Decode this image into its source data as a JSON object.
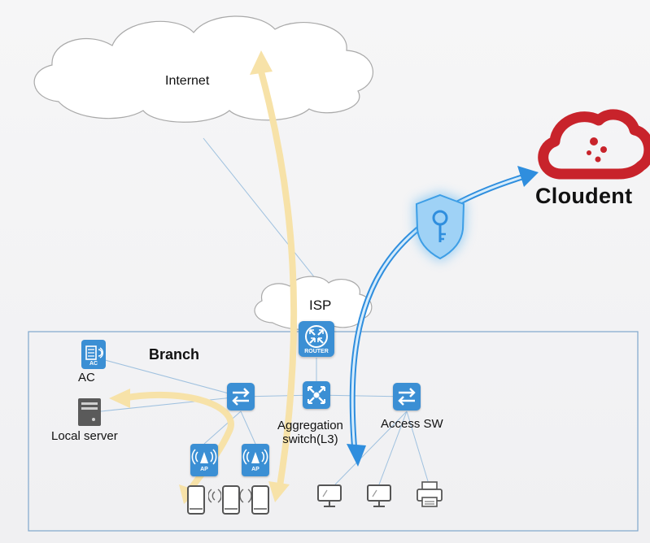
{
  "labels": {
    "internet": "Internet",
    "isp": "ISP",
    "branch": "Branch",
    "ac": "AC",
    "local_server": "Local server",
    "aggregation_line1": "Aggregation",
    "aggregation_line2": "switch(L3)",
    "access_sw": "Access SW",
    "brand": "Cloudent"
  },
  "device_captions": {
    "router": "ROUTER",
    "ap": "AP",
    "ac": "AC"
  },
  "icons": [
    "cloud-icon",
    "cloudent-logo-icon",
    "shield-key-icon",
    "router-icon",
    "switch-icon",
    "access-point-icon",
    "access-controller-icon",
    "server-icon",
    "phone-icon",
    "desktop-monitor-icon",
    "printer-icon"
  ],
  "colors": {
    "background": "#f3f3f4",
    "device_blue": "#3b8fd4",
    "local_traffic_arrow": "#f7e2a8",
    "secure_tunnel_arrow": "#5ab4f0",
    "brand_red": "#c8232b",
    "link_line": "#9fc1df",
    "branch_border": "#7fa7cc"
  }
}
